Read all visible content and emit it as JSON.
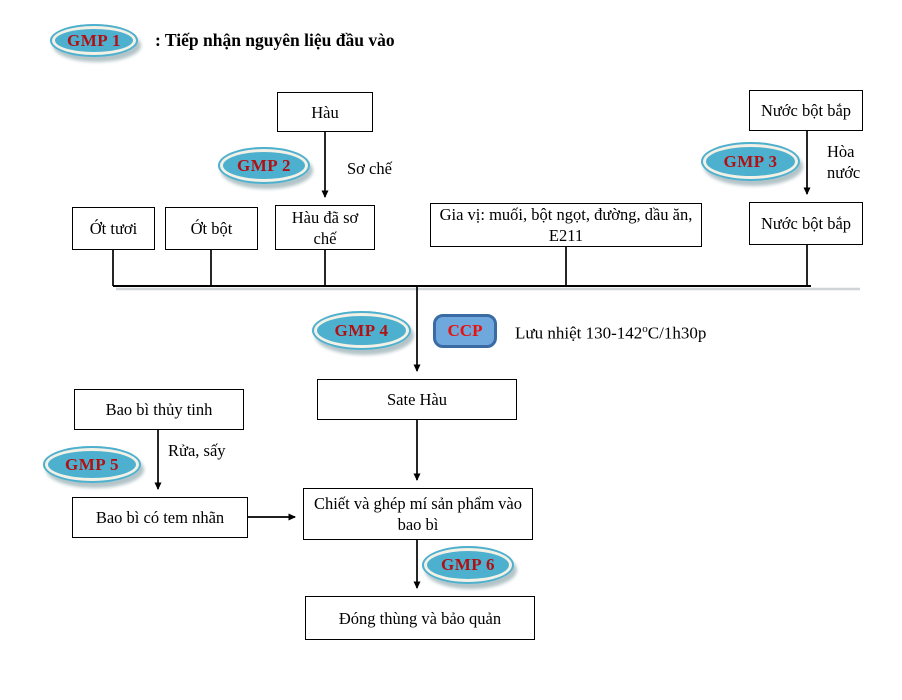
{
  "palette": {
    "background": "#ffffff",
    "oval_fill": "#4db0ce",
    "oval_ring": "#f3f0e6",
    "oval_text": "#b01114",
    "oval_shadow": "#8aa4aa",
    "ccp_fill": "#6fa8dc",
    "ccp_border": "#3a6ba5",
    "ccp_text": "#e8110d",
    "box_border": "#000000",
    "line_color": "#000000"
  },
  "header": {
    "badge": "GMP 1",
    "title": ": Tiếp nhận nguyên liệu đầu vào"
  },
  "badges": {
    "gmp2": "GMP 2",
    "gmp3": "GMP 3",
    "gmp4": "GMP 4",
    "gmp5": "GMP 5",
    "gmp6": "GMP 6",
    "ccp": "CCP"
  },
  "nodes": {
    "hau": "Hàu",
    "nuoc_bot_bap_top": "Nước bột bắp",
    "ot_tuoi": "Ớt tươi",
    "ot_bot": "Ớt bột",
    "hau_da_so_che": "Hàu đã sơ chế",
    "gia_vi": "Gia vị: muối, bột ngọt, đường, dầu ăn, E211",
    "nuoc_bot_bap_bottom": "Nước bột bắp",
    "sate_hau": "Sate Hàu",
    "bao_bi_thuy_tinh": "Bao bì thủy tinh",
    "bao_bi_co_tem_nhan": "Bao bì có tem nhãn",
    "chiet_va_ghep_mi": "Chiết và ghép mí sản phẩm vào bao bì",
    "dong_thung": "Đóng thùng và bảo quản"
  },
  "edge_labels": {
    "so_che": "Sơ chế",
    "hoa_nuoc": "Hòa nước",
    "rua_say": "Rửa, sấy",
    "luu_nhiet_prefix": "Lưu nhiệt 130-142",
    "luu_nhiet_sup": "o",
    "luu_nhiet_suffix": "C/1h30p"
  }
}
